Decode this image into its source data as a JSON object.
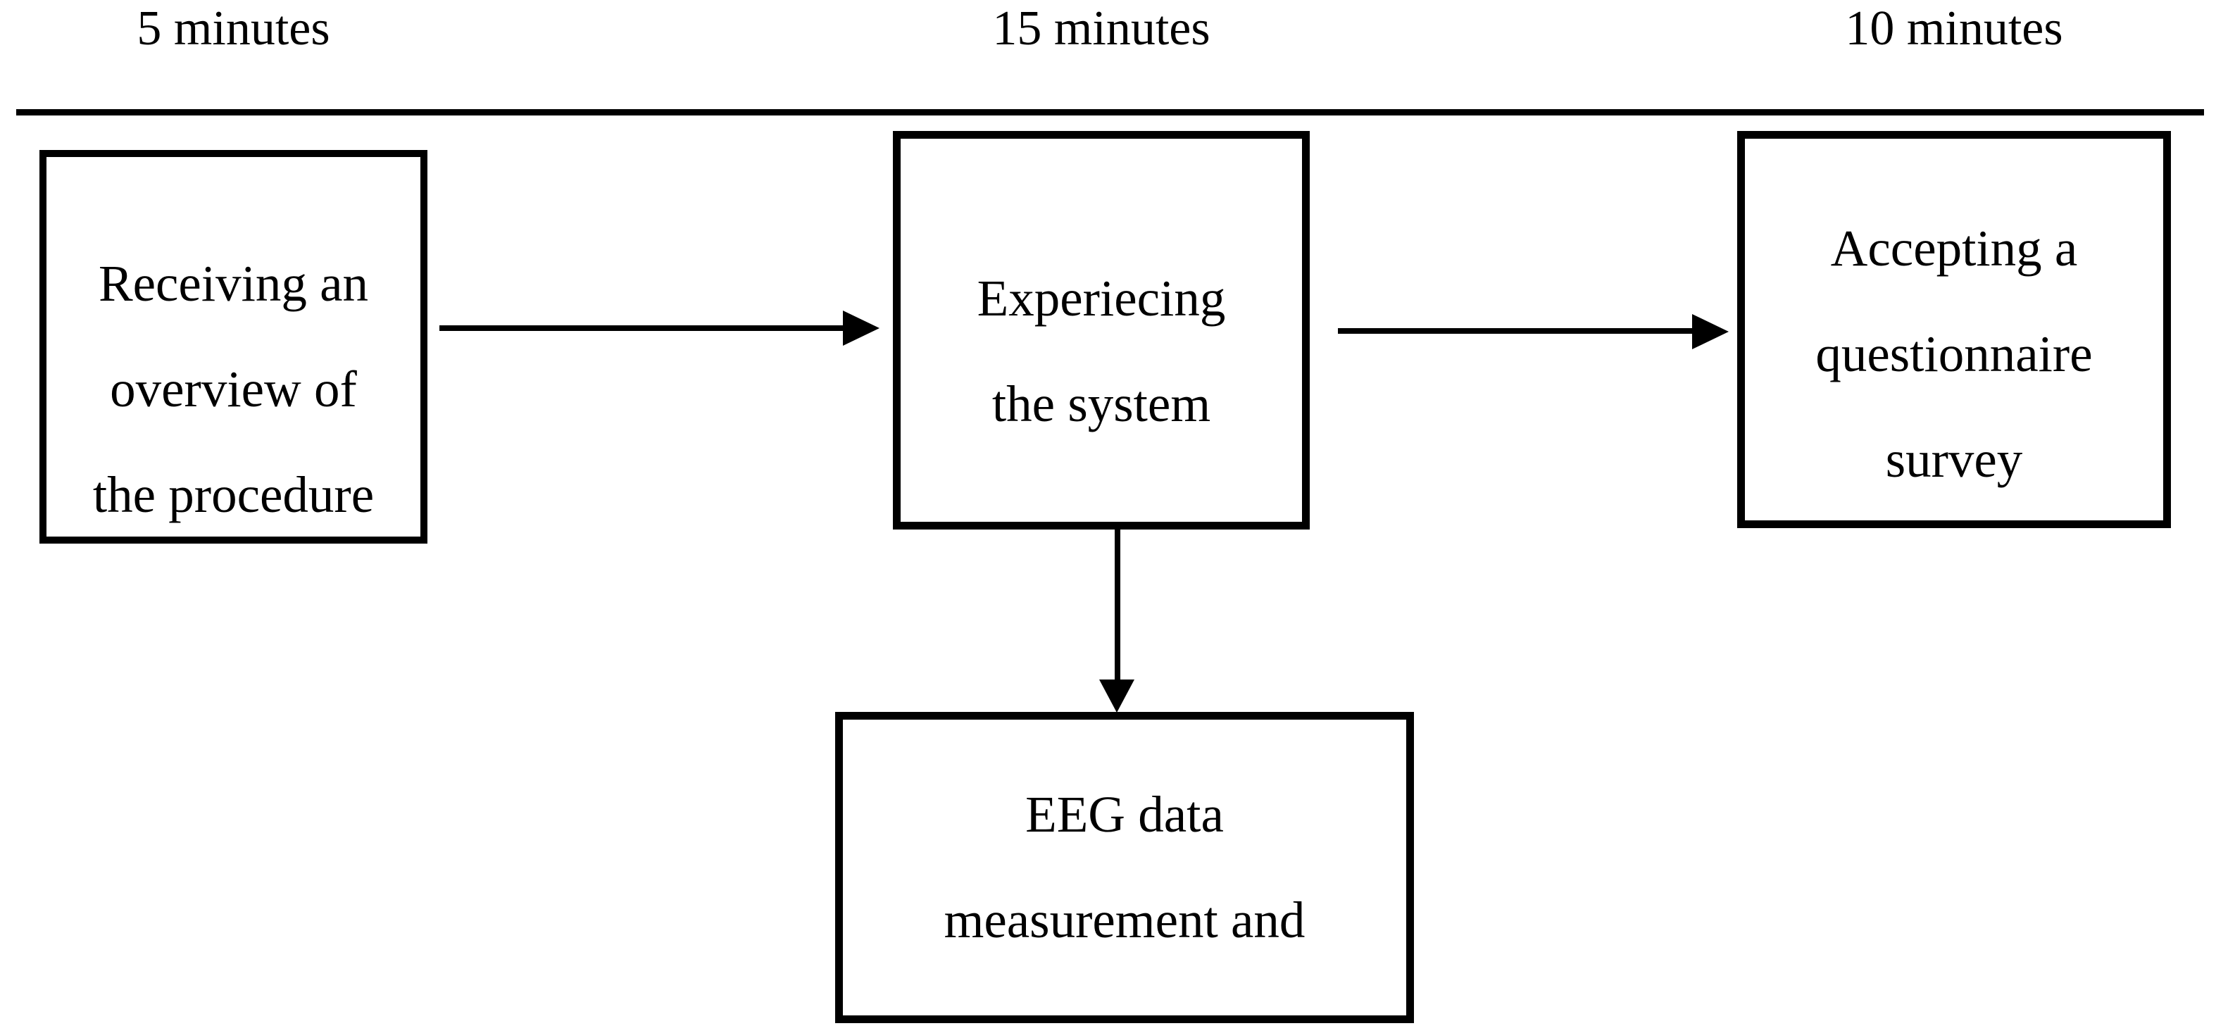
{
  "figure": {
    "background_color": "#ffffff",
    "ink_color": "#000000"
  },
  "timeline": {
    "labels": [
      {
        "text": "5 minutes"
      },
      {
        "text": "15 minutes"
      },
      {
        "text": "10 minutes"
      }
    ]
  },
  "boxes": {
    "overview": {
      "lines": [
        "Receiving an",
        "overview of",
        "the procedure"
      ]
    },
    "experience": {
      "lines": [
        "Experiecing",
        "the system"
      ]
    },
    "questionnaire": {
      "lines": [
        "Accepting a",
        "questionnaire",
        "survey"
      ]
    },
    "eeg": {
      "lines": [
        "EEG data",
        "measurement and"
      ]
    }
  }
}
